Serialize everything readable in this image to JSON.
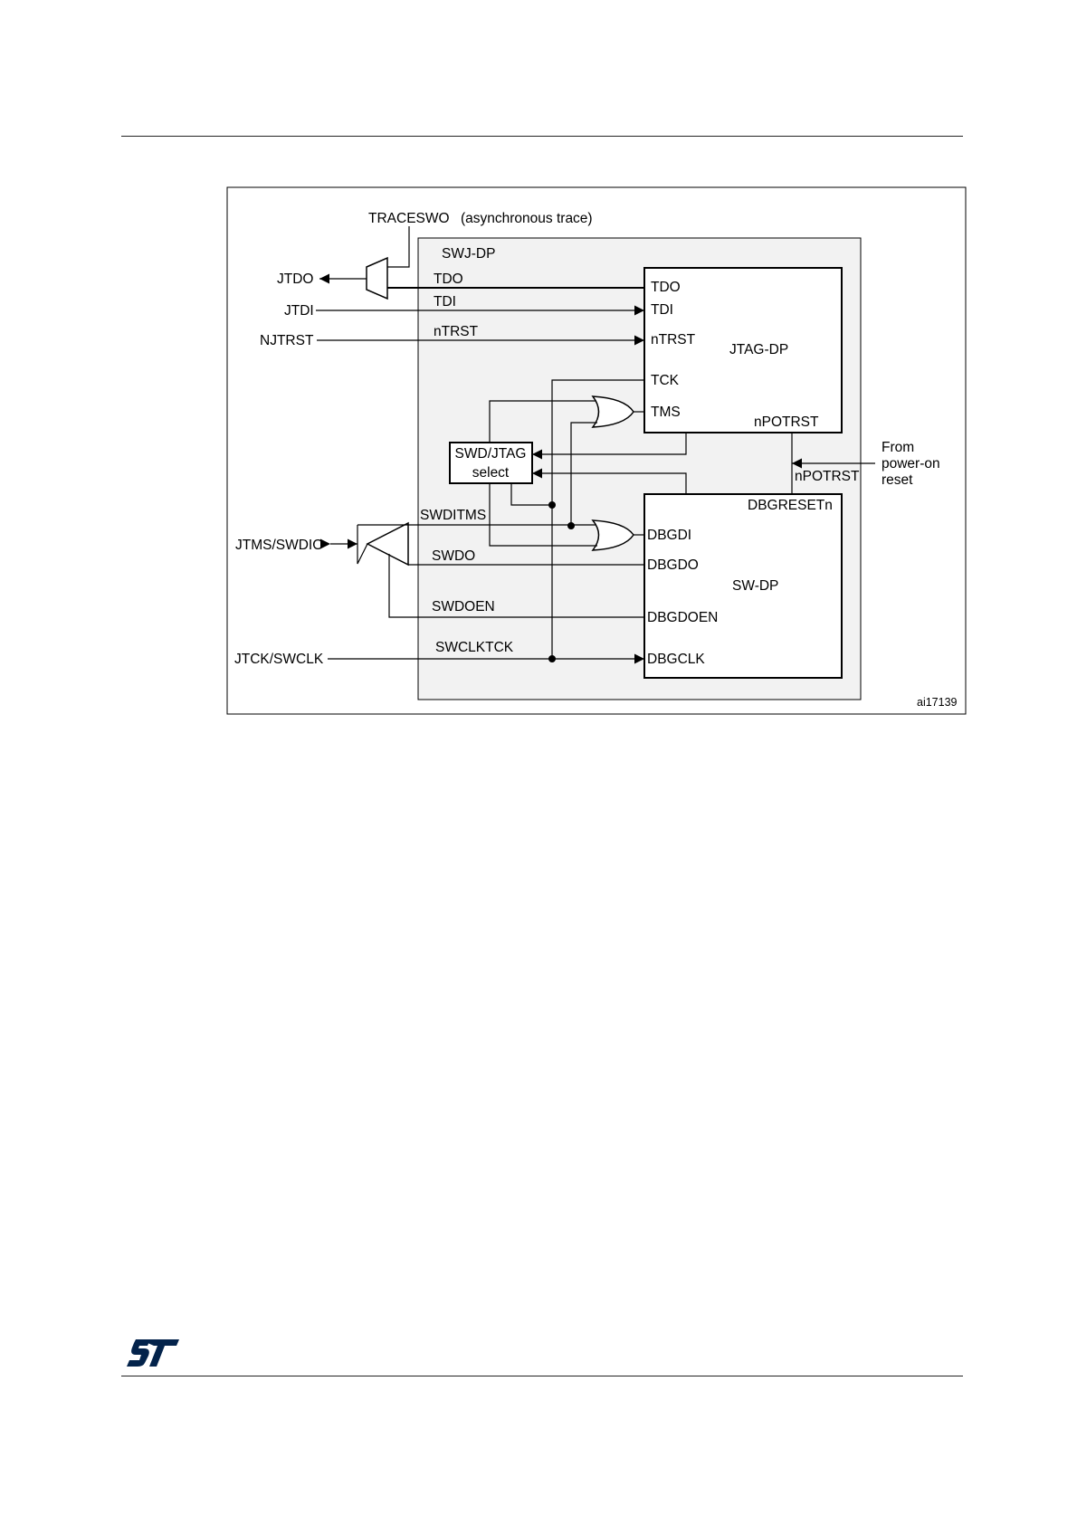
{
  "diagram": {
    "figure_id": "ai17139",
    "trace": {
      "label": "TRACESWO",
      "note": "(asynchronous trace)"
    },
    "swj_dp": {
      "label": "SWJ-DP"
    },
    "jtag_dp": {
      "label": "JTAG-DP",
      "ports": {
        "tdo": "TDO",
        "tdi": "TDI",
        "ntrst": "nTRST",
        "tck": "TCK",
        "tms": "TMS",
        "npotrst": "nPOTRST"
      }
    },
    "sw_dp": {
      "label": "SW-DP",
      "ports": {
        "dbgreset": "DBGRESETn",
        "dbgdi": "DBGDI",
        "dbgdo": "DBGDO",
        "dbgdoen": "DBGDOEN",
        "dbgclk": "DBGCLK"
      }
    },
    "select_block": {
      "line1": "SWD/JTAG",
      "line2": "select"
    },
    "external_pins": {
      "jtdo": "JTDO",
      "jtdi": "JTDI",
      "njtrst": "NJTRST",
      "jtms_swdio": "JTMS/SWDIO",
      "jtck_swclk": "JTCK/SWCLK"
    },
    "signals": {
      "tdo": "TDO",
      "tdi": "TDI",
      "ntrst": "nTRST",
      "swditms": "SWDITMS",
      "swdo": "SWDO",
      "swdoen": "SWDOEN",
      "swclktck": "SWCLKTCK",
      "npotrst": "nPOTRST"
    },
    "reset_source": {
      "line1": "From",
      "line2": "power-on",
      "line3": "reset"
    }
  }
}
